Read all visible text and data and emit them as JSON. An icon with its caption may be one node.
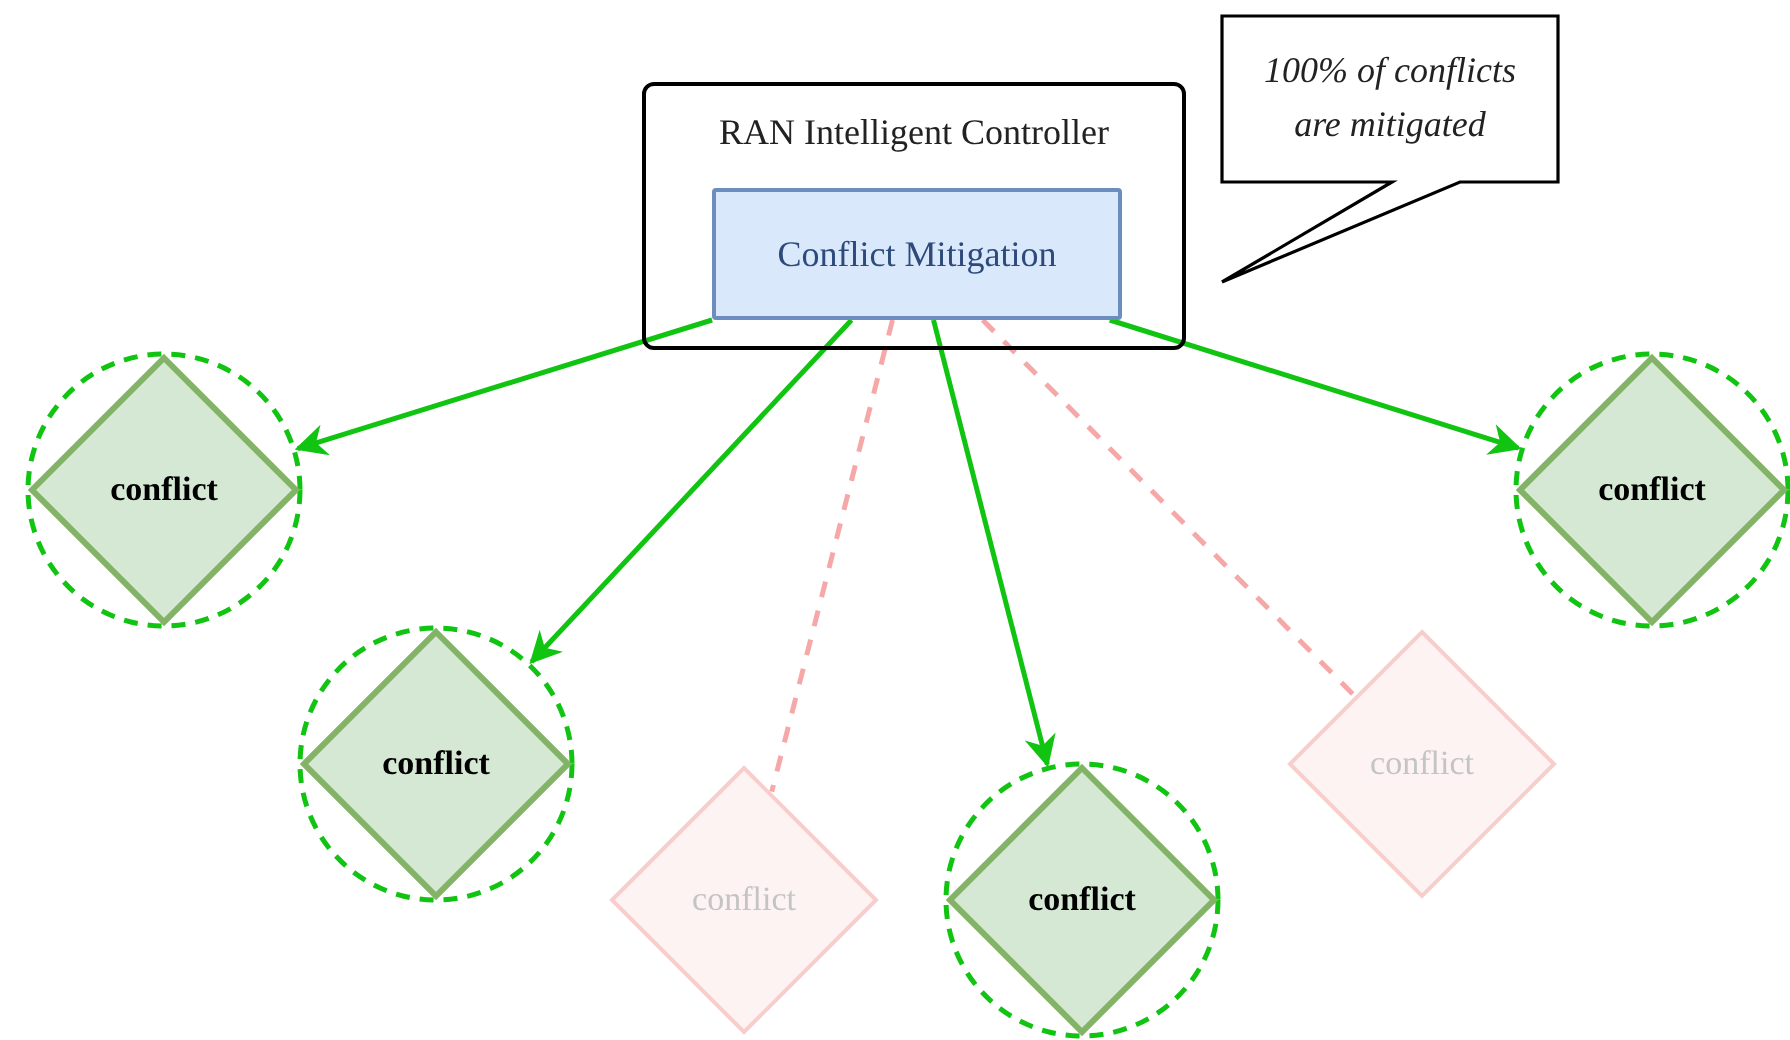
{
  "diagram": {
    "nodes": [
      {
        "text": [
          "RAN Intelligent Controller"
        ]
      },
      {
        "text": [
          "Conflict Mitigation"
        ],
        "in": 0
      },
      {
        "text": [
          "100% of conflicts are mitigated"
        ]
      },
      {
        "text": [
          "conflict"
        ]
      },
      {
        "text": [
          "conflict"
        ]
      },
      {
        "text": [
          "conflict"
        ]
      },
      {
        "text": [
          "conflict"
        ]
      },
      {
        "text": [
          "conflict"
        ]
      },
      {
        "text": [
          "conflict"
        ]
      }
    ],
    "edges": [
      {
        "from": 1,
        "to": 3,
        "arrow": "to"
      },
      {
        "from": 1,
        "to": 4,
        "arrow": "to"
      },
      {
        "from": 1,
        "to": 5,
        "arrow": "none",
        "style": "dashed",
        "color": "#f6a8a8"
      },
      {
        "from": 1,
        "to": 6,
        "arrow": "to"
      },
      {
        "from": 1,
        "to": 7,
        "arrow": "none",
        "style": "dashed",
        "color": "#f6a8a8"
      },
      {
        "from": 1,
        "to": 8,
        "arrow": "to"
      }
    ]
  }
}
